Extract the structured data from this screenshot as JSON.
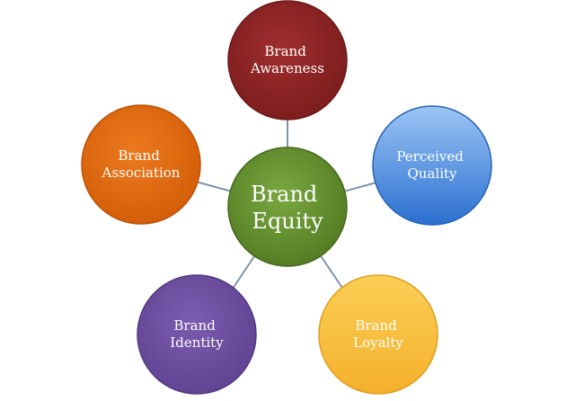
{
  "center": {
    "lines": [
      "Brand",
      "Equity"
    ],
    "color": "#5f8a2c"
  },
  "nodes": [
    {
      "id": "awareness",
      "lines": [
        "Brand",
        "Awareness"
      ],
      "color": "#8b2222"
    },
    {
      "id": "quality",
      "lines": [
        "Perceived",
        "Quality"
      ],
      "color": "#3f7fd8"
    },
    {
      "id": "loyalty",
      "lines": [
        "Brand",
        "Loyalty"
      ],
      "color": "#f6ba38"
    },
    {
      "id": "identity",
      "lines": [
        "Brand",
        "Identity"
      ],
      "color": "#6d4f9e"
    },
    {
      "id": "association",
      "lines": [
        "Brand",
        "Association"
      ],
      "color": "#e06810"
    }
  ]
}
